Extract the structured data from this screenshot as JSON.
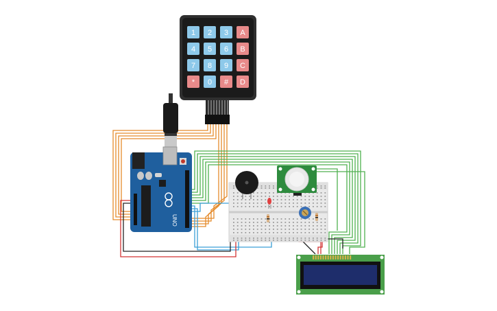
{
  "keypad": {
    "keys": [
      [
        "1",
        "2",
        "3",
        "A"
      ],
      [
        "4",
        "5",
        "6",
        "B"
      ],
      [
        "7",
        "8",
        "9",
        "C"
      ],
      [
        "*",
        "0",
        "#",
        "D"
      ]
    ]
  },
  "arduino": {
    "brand": "UNO"
  },
  "colors": {
    "wire_orange": "#e58a2a",
    "wire_green": "#4fb04f",
    "wire_blue": "#3a9fd6",
    "wire_red": "#d33232",
    "wire_black": "#222222",
    "key_numeric": "#8ec9ea",
    "key_letter": "#e88a8a",
    "board_blue": "#1f5f9e",
    "lcd_screen": "#1e2d6b",
    "lcd_pcb": "#4a9f4a"
  }
}
